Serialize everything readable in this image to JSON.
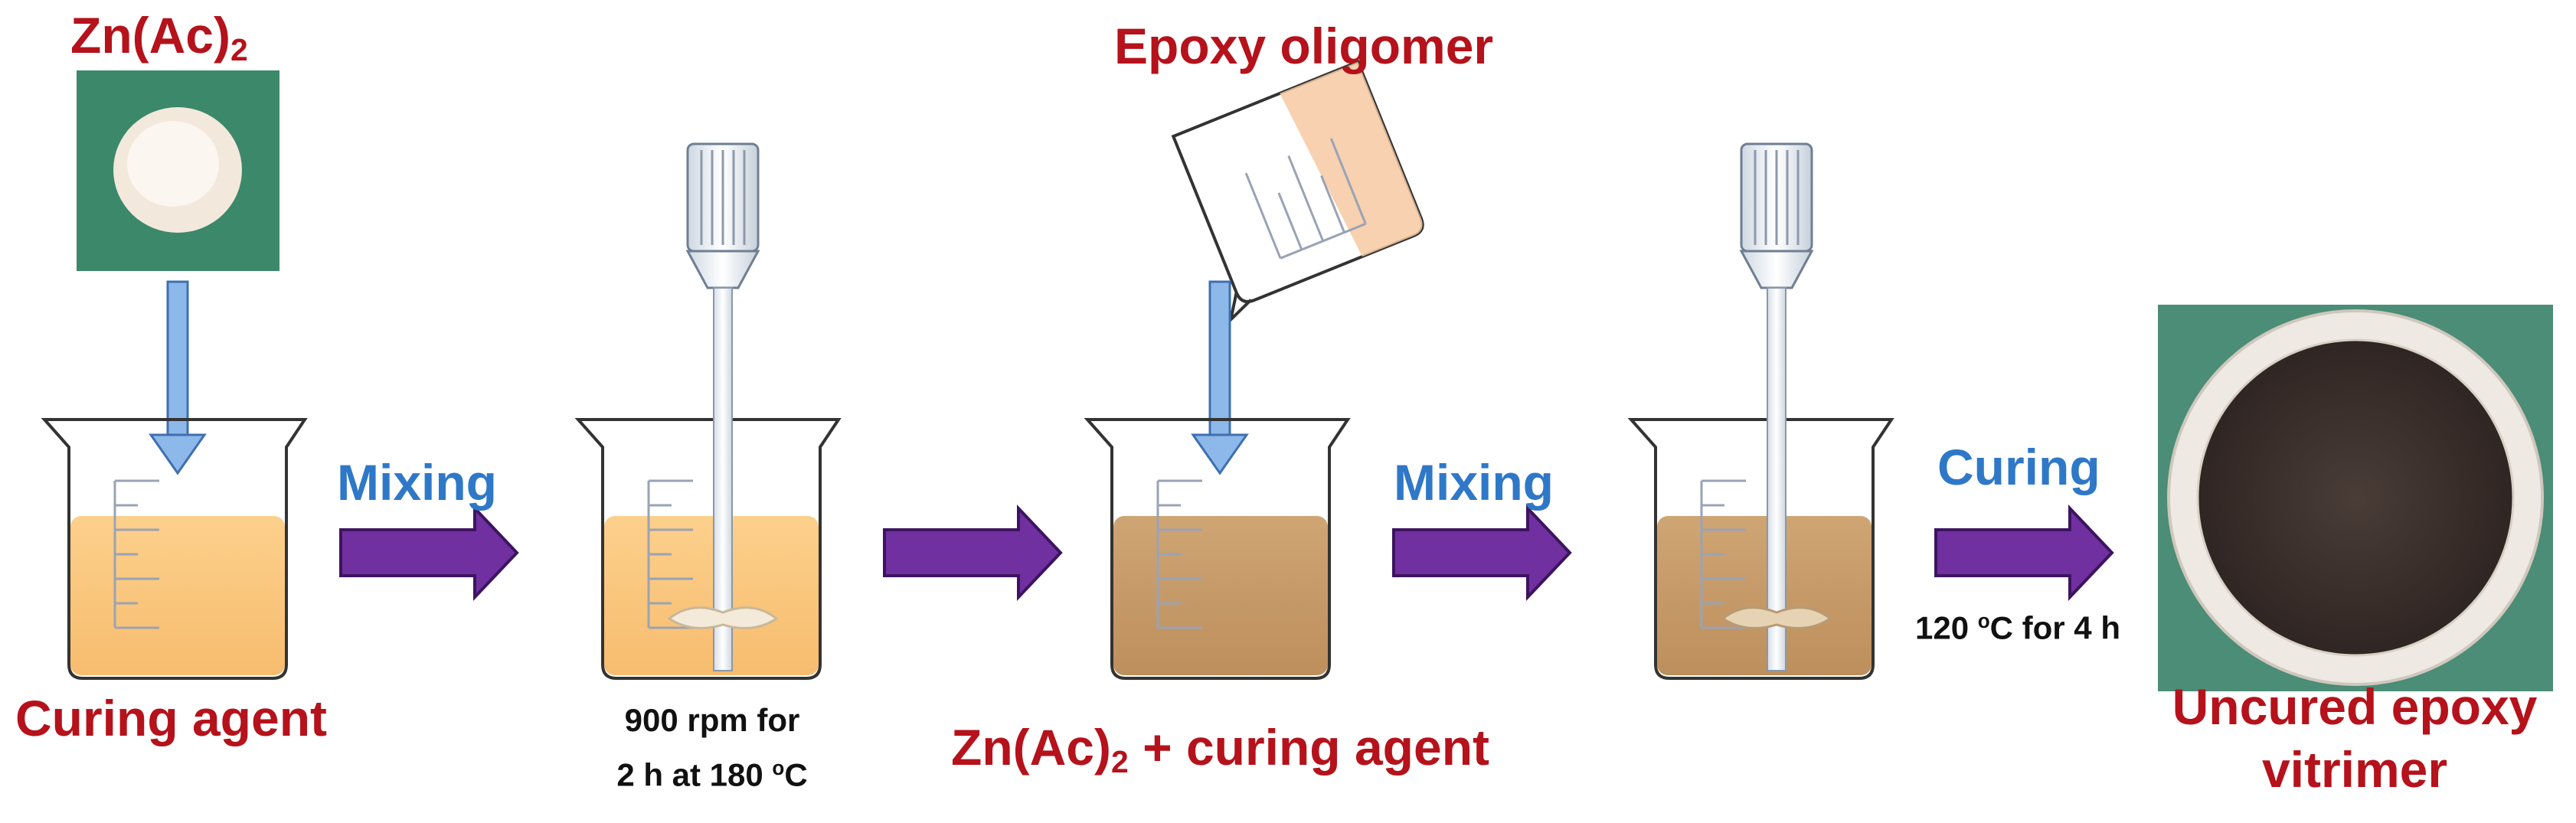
{
  "top": {
    "zn_label": {
      "main": "Zn(Ac)",
      "sub": "2"
    },
    "epoxy_label": "Epoxy oligomer"
  },
  "steps": {
    "curing_agent": "Curing agent",
    "mixing_1": "Mixing",
    "cond_1_line1": "900 rpm for",
    "cond_1_line2": {
      "pre": "2 h at 180 ",
      "sup": "o",
      "post": "C"
    },
    "mix_label": {
      "pre": "Zn(Ac)",
      "sub": "2",
      "post": " + curing agent"
    },
    "mixing_2": "Mixing",
    "curing": "Curing",
    "cond_2": {
      "pre": "120 ",
      "sup": "o",
      "post": "C for 4 h"
    },
    "product_line1": "Uncured epoxy",
    "product_line2": "vitrimer"
  },
  "colors": {
    "label_red": "#b5121b",
    "label_blue": "#2f78c8",
    "arrow_purple": "#7030a0",
    "light_liquid": "#fbc87e",
    "dark_liquid": "#c69a68",
    "powder_bg": "#3f8c6f",
    "drop_arrow": "#8db8ea"
  },
  "icons": [
    "beaker-icon",
    "overhead-stirrer-icon",
    "pouring-beaker-icon",
    "powder-photo",
    "vitrimer-dish-photo"
  ]
}
